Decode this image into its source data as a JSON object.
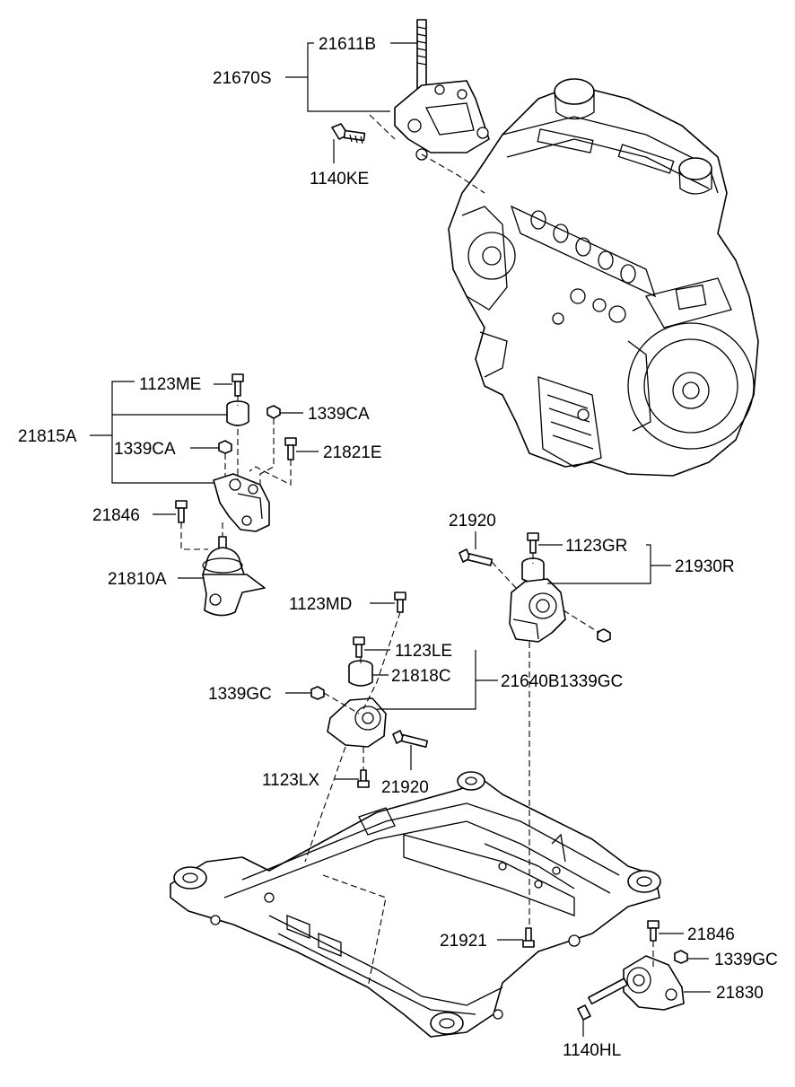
{
  "labels": {
    "p21611B": "21611B",
    "p21670S": "21670S",
    "p1140KE": "1140KE",
    "p1123ME": "1123ME",
    "p1339CA_a": "1339CA",
    "p21815A": "21815A",
    "p1339CA_b": "1339CA",
    "p21821E": "21821E",
    "p21846_a": "21846",
    "p21810A": "21810A",
    "p21920_a": "21920",
    "p1123GR": "1123GR",
    "p21930R": "21930R",
    "p1123MD": "1123MD",
    "p1123LE": "1123LE",
    "p21818C": "21818C",
    "p21640B1339GC": "21640B1339GC",
    "p1339GC_a": "1339GC",
    "p1123LX": "1123LX",
    "p21920_b": "21920",
    "p21921": "21921",
    "p21846_b": "21846",
    "p1339GC_b": "1339GC",
    "p21830": "21830",
    "p1140HL": "1140HL"
  }
}
